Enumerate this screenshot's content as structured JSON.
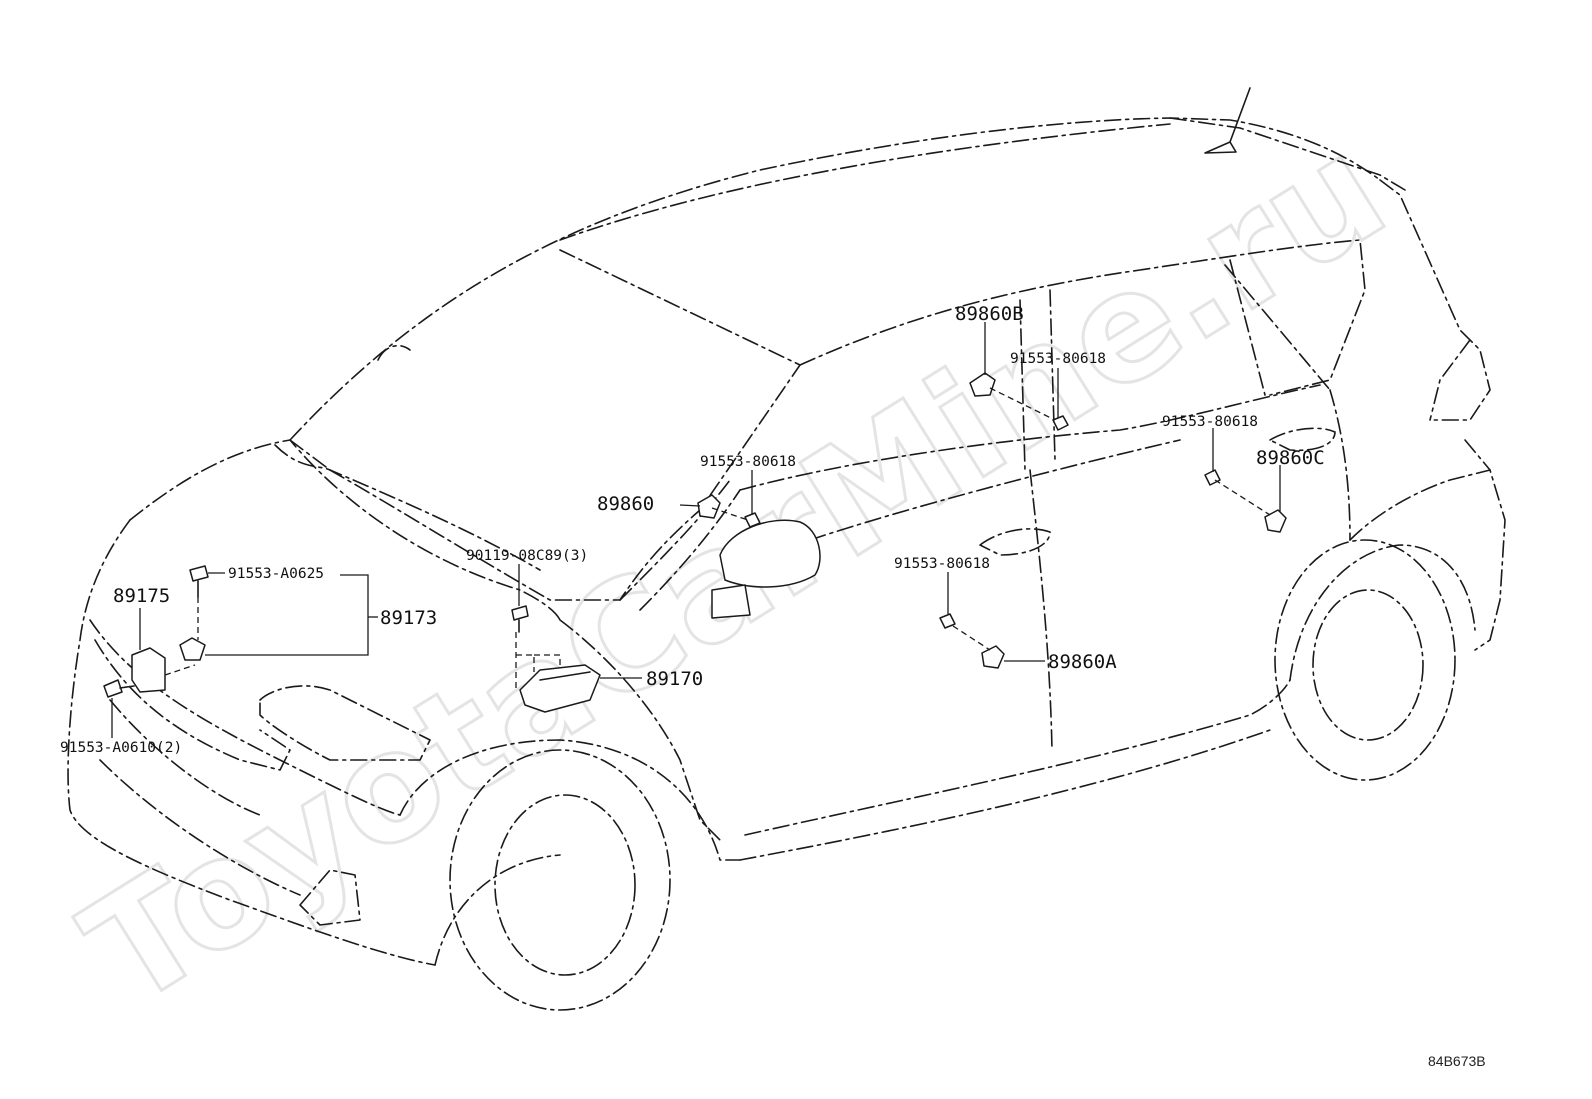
{
  "watermark": "ToyotaCarMine.ru",
  "diagram_code": "84B673B",
  "labels": {
    "p89860b": "89860B",
    "p91553_80618_b": "91553-80618",
    "p91553_80618_c": "91553-80618",
    "p89860c": "89860C",
    "p91553_80618_front": "91553-80618",
    "p89860": "89860",
    "p90119": "90119-08C89(3)",
    "p91553_a0625": "91553-A0625",
    "p89175": "89175",
    "p89173": "89173",
    "p91553_80618_a": "91553-80618",
    "p89860a": "89860A",
    "p89170": "89170",
    "p91553_a0610": "91553-A0610(2)"
  }
}
